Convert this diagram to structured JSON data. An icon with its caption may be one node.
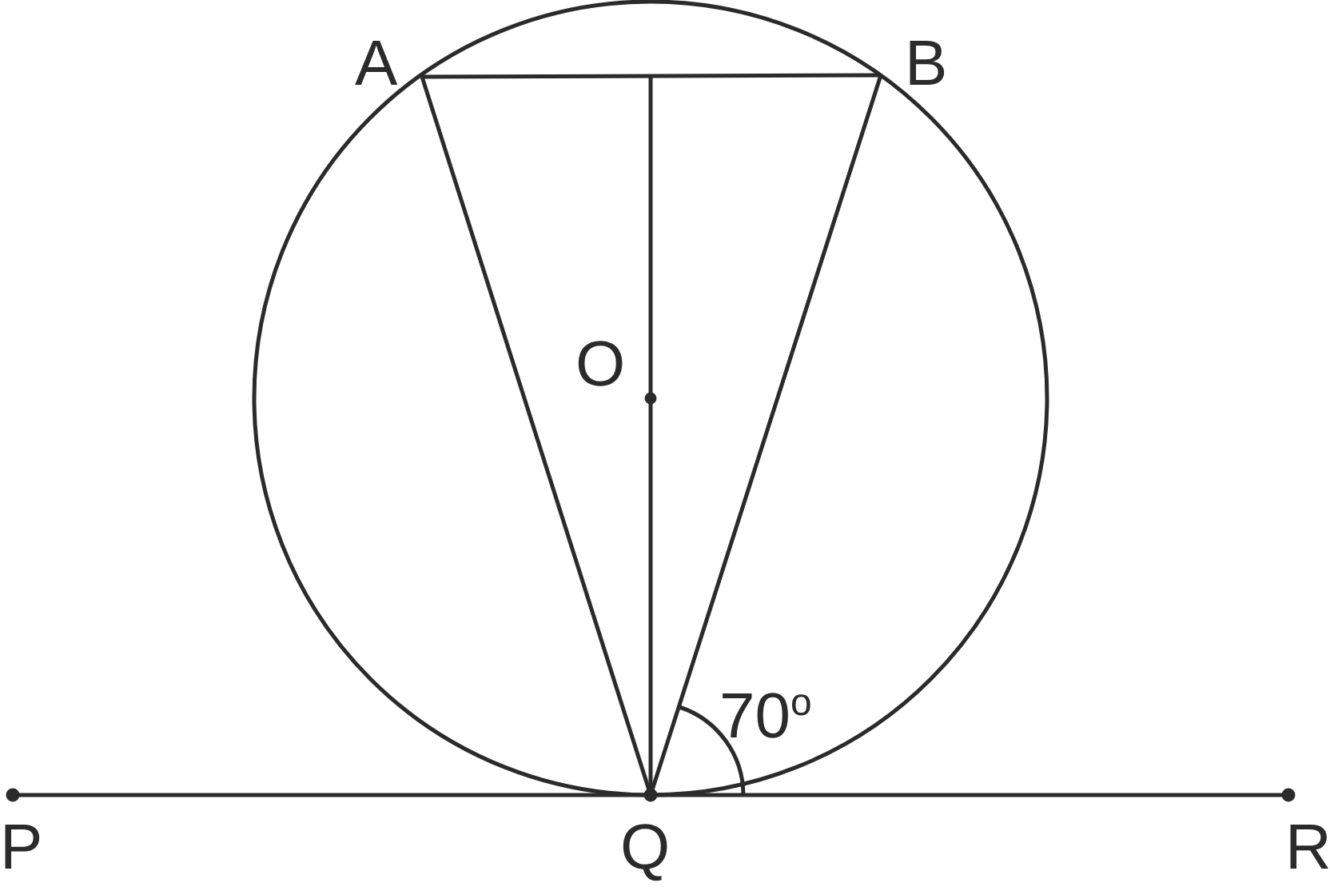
{
  "diagram": {
    "labels": [
      "A",
      "B",
      "O",
      "70$^{o}$",
      "P",
      "Q",
      "R"
    ]
  }
}
